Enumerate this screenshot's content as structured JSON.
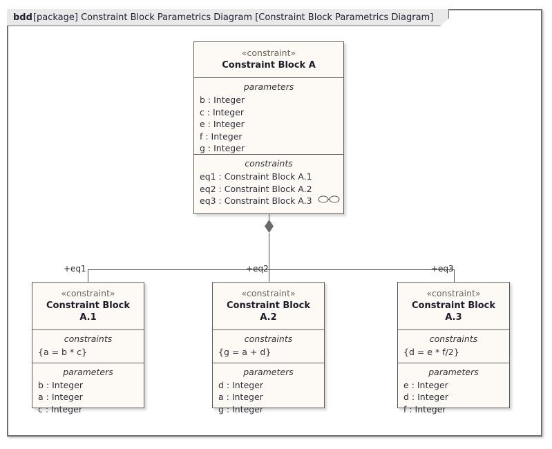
{
  "frame": {
    "keyword": "bdd",
    "qualifier": "[package]",
    "package_name": "Constraint Block Parametrics Diagram",
    "diagram_name": "[Constraint Block Parametrics Diagram]",
    "border_color": "#6f6f6f",
    "header_bg": "#e9e9e9"
  },
  "style": {
    "block_fill": "#fdfaf5",
    "block_border": "#5c5c5c",
    "stereotype_color": "#6d6258",
    "title_color": "#1c1c2b",
    "connector_color": "#4a4a4a",
    "diamond_color": "#6a6a6a"
  },
  "blocks": {
    "parent": {
      "stereotype": "«constraint»",
      "name": "Constraint Block A",
      "compartments": [
        {
          "label": "parameters",
          "items": [
            "b : Integer",
            "c : Integer",
            "e : Integer",
            "f : Integer",
            "g : Integer"
          ]
        },
        {
          "label": "constraints",
          "items": [
            "eq1 : Constraint Block A.1",
            "eq2 : Constraint Block A.2",
            "eq3 : Constraint Block A.3"
          ],
          "icon_on_last": "binding-connector-icon"
        }
      ]
    },
    "child1": {
      "stereotype": "«constraint»",
      "name": "Constraint Block A.1",
      "constraints_label": "constraints",
      "constraints": [
        "{a = b * c}"
      ],
      "parameters_label": "parameters",
      "parameters": [
        "b : Integer",
        "a : Integer",
        "c : Integer"
      ]
    },
    "child2": {
      "stereotype": "«constraint»",
      "name": "Constraint Block A.2",
      "constraints_label": "constraints",
      "constraints": [
        "{g = a + d}"
      ],
      "parameters_label": "parameters",
      "parameters": [
        "d : Integer",
        "a : Integer",
        "g : Integer"
      ]
    },
    "child3": {
      "stereotype": "«constraint»",
      "name": "Constraint Block A.3",
      "constraints_label": "constraints",
      "constraints": [
        "{d = e *  f/2}"
      ],
      "parameters_label": "parameters",
      "parameters": [
        "e : Integer",
        "d : Integer",
        "f : Integer"
      ]
    }
  },
  "edges": {
    "label1": "+eq1",
    "label2": "+eq2",
    "label3": "+eq3"
  }
}
